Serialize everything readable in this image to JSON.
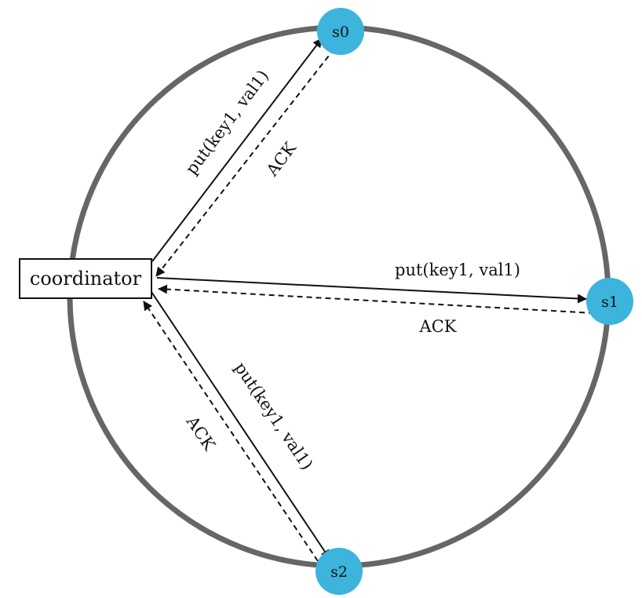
{
  "coordinator": {
    "label": "coordinator"
  },
  "nodes": {
    "s0": {
      "label": "s0"
    },
    "s1": {
      "label": "s1"
    },
    "s2": {
      "label": "s2"
    }
  },
  "requests": {
    "to_s0": {
      "label": "put(key1, val1)"
    },
    "to_s1": {
      "label": "put(key1, val1)"
    },
    "to_s2": {
      "label": "put(key1, val1)"
    }
  },
  "acks": {
    "from_s0": {
      "label": "ACK"
    },
    "from_s1": {
      "label": "ACK"
    },
    "from_s2": {
      "label": "ACK"
    }
  },
  "colors": {
    "ring": "#666666",
    "node_fill": "#3cb4dc",
    "arrow": "#111111"
  }
}
